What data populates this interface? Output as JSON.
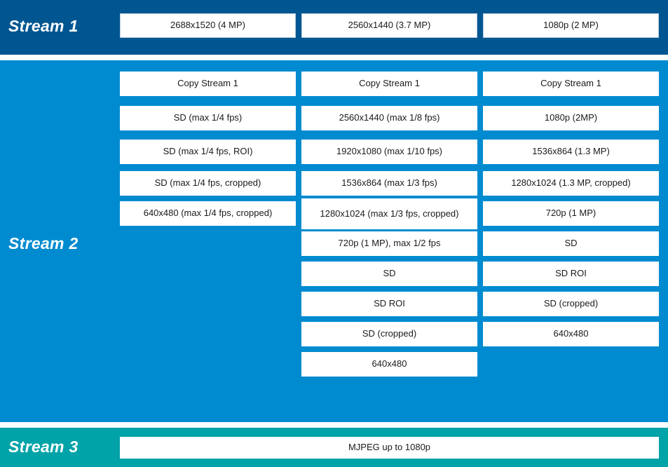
{
  "colors": {
    "stream1_band": "#005691",
    "stream2_band": "#008BD0",
    "stream3_band": "#00A3A8",
    "cell_background": "#FFFFFF",
    "cell_text": "#1A1A1A",
    "label_text": "#FFFFFF"
  },
  "stream1": {
    "label": "Stream 1",
    "options": [
      "2688x1520 (4 MP)",
      "2560x1440 (3.7 MP)",
      "1080p (2 MP)"
    ]
  },
  "stream2": {
    "label": "Stream 2",
    "columns": [
      {
        "options": [
          "Copy Stream 1",
          "SD (max 1/4 fps)",
          "SD (max 1/4 fps, ROI)",
          "SD (max 1/4 fps, cropped)",
          "640x480 (max 1/4 fps, cropped)"
        ]
      },
      {
        "options": [
          "Copy Stream 1",
          "2560x1440 (max 1/8 fps)",
          "1920x1080 (max 1/10 fps)",
          "1536x864 (max 1/3 fps)",
          "1280x1024 (max 1/3 fps, cropped)",
          "720p (1 MP), max 1/2 fps",
          "SD",
          "SD ROI",
          "SD (cropped)",
          "640x480"
        ]
      },
      {
        "options": [
          "Copy Stream 1",
          "1080p (2MP)",
          "1536x864 (1.3 MP)",
          "1280x1024 (1.3 MP, cropped)",
          "720p (1 MP)",
          "SD",
          "SD ROI",
          "SD (cropped)",
          "640x480"
        ]
      }
    ]
  },
  "stream3": {
    "label": "Stream 3",
    "options": [
      "MJPEG up to 1080p"
    ]
  }
}
